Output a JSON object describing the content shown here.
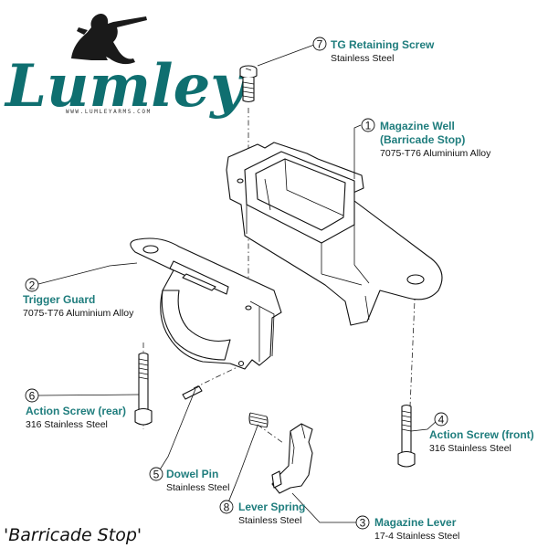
{
  "brand": {
    "name": "Lumley",
    "url": "WWW.LUMLEYARMS.COM"
  },
  "caption": "'Barricade Stop'",
  "parts": [
    {
      "num": "1",
      "title": "Magazine Well",
      "title2": "(Barricade Stop)",
      "material": "7075-T76 Aluminium Alloy"
    },
    {
      "num": "2",
      "title": "Trigger Guard",
      "material": "7075-T76 Aluminium Alloy"
    },
    {
      "num": "3",
      "title": "Magazine Lever",
      "material": "17-4 Stainless Steel"
    },
    {
      "num": "4",
      "title": "Action Screw (front)",
      "material": "316 Stainless Steel"
    },
    {
      "num": "5",
      "title": "Dowel Pin",
      "material": "Stainless Steel"
    },
    {
      "num": "6",
      "title": "Action Screw (rear)",
      "material": "316 Stainless Steel"
    },
    {
      "num": "7",
      "title": "TG Retaining Screw",
      "material": "Stainless Steel"
    },
    {
      "num": "8",
      "title": "Lever Spring",
      "material": "Stainless Steel"
    }
  ],
  "colors": {
    "accent": "#1f7d7d",
    "brand": "#0f6f70"
  }
}
